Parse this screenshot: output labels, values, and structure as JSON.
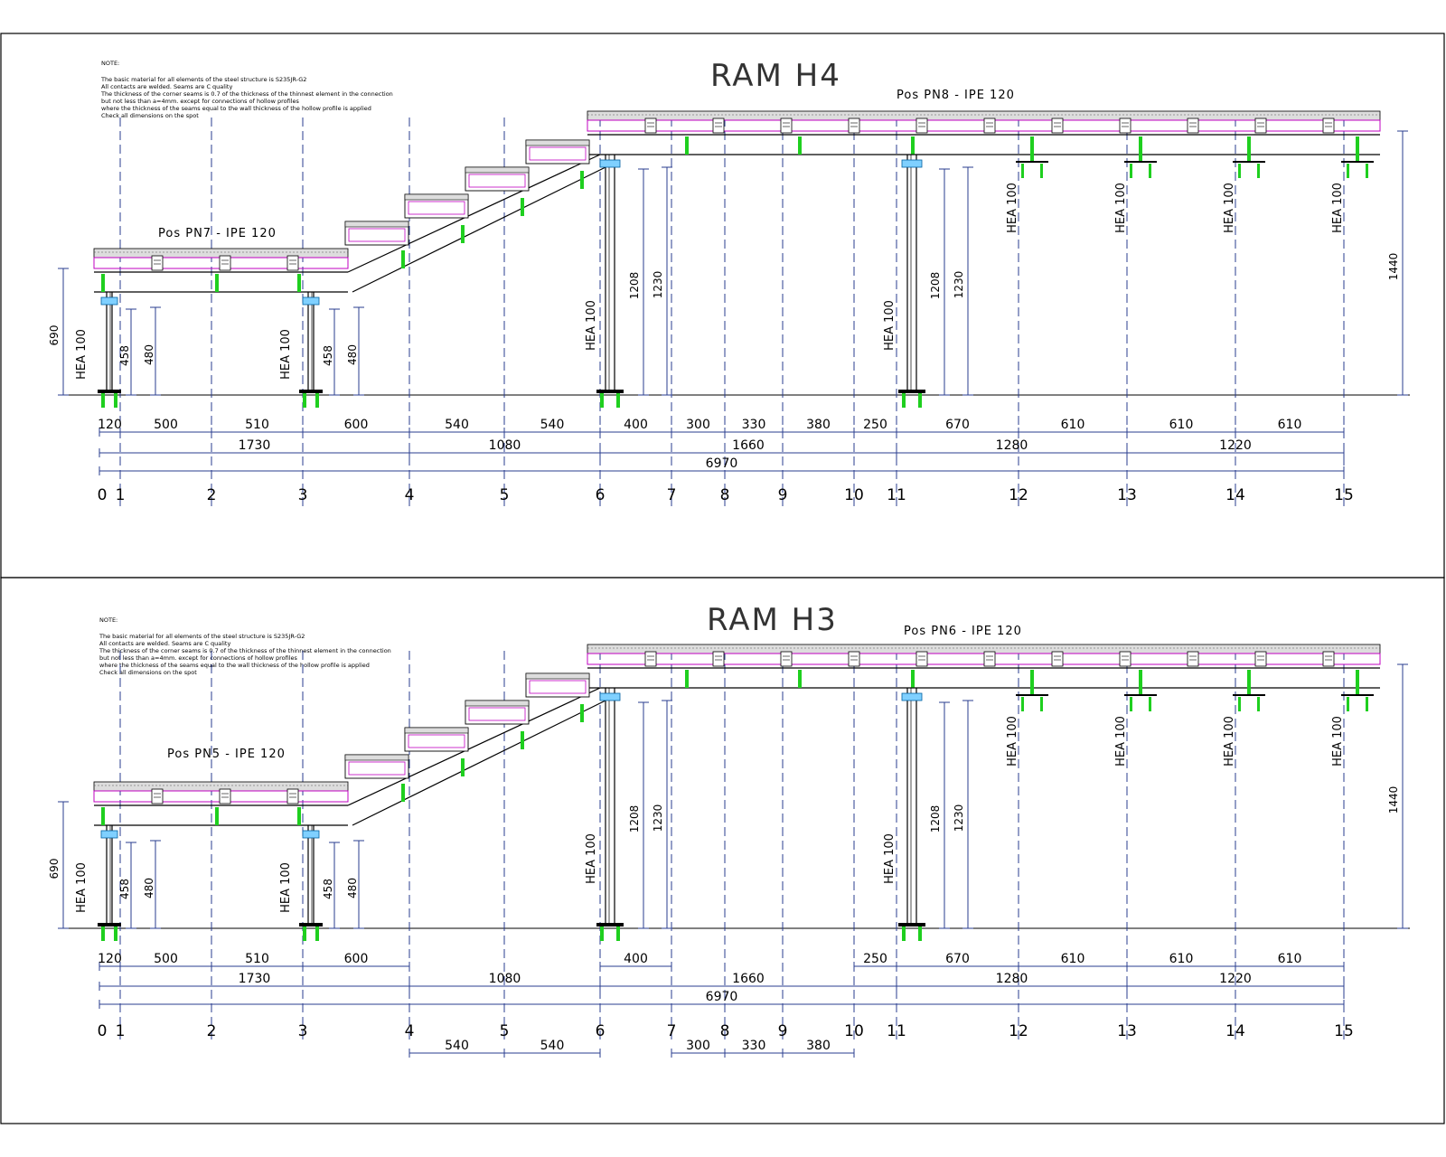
{
  "sheets": [
    {
      "title": "RAM H4",
      "notes": [
        "NOTE:",
        "The basic material for all elements of the steel structure is S235JR-G2",
        "All contacts are welded. Seams are C quality",
        "The thickness of the corner seams is 0.7 of the thickness of the thinnest element in the connection",
        "but not less than a=4mm. except for connections of hollow profiles",
        "where the thickness of the seams equal to the wall thickness of the hollow profile is applied",
        "Check all dimensions on the spot"
      ],
      "pos_low": "Pos PN7 - IPE 120",
      "pos_high": "Pos PN8 - IPE 120",
      "column_label": "HEA 100",
      "axes": [
        "0",
        "1",
        "2",
        "3",
        "4",
        "5",
        "6",
        "7",
        "8",
        "9",
        "10",
        "11",
        "12",
        "13",
        "14",
        "15"
      ],
      "dims_row1": [
        "120",
        "500",
        "510",
        "600",
        "540",
        "540",
        "400",
        "300",
        "330",
        "380",
        "250",
        "670",
        "610",
        "610",
        "610"
      ],
      "dims_row2": [
        "1730",
        "1080",
        "1660",
        "1280",
        "1220"
      ],
      "dims_total": "6970",
      "vertical_dims": {
        "low_total": "690",
        "low_inner": "458",
        "low_outer": "480",
        "high_inner": "1208",
        "high_outer": "1230",
        "high_total": "1440"
      }
    },
    {
      "title": "RAM H3",
      "notes": [
        "NOTE:",
        "The basic material for all elements of the steel structure is S235JR-G2",
        "All contacts are welded. Seams are C quality",
        "The thickness of the corner seams is 0.7 of the thickness of the thinnest element in the connection",
        "but not less than a=4mm. except for connections of hollow profiles",
        "where the thickness of the seams equal to the wall thickness of the hollow profile is applied",
        "Check all dimensions on the spot"
      ],
      "pos_low": "Pos PN5 - IPE 120",
      "pos_high": "Pos PN6 - IPE 120",
      "column_label": "HEA 100",
      "axes": [
        "0",
        "1",
        "2",
        "3",
        "4",
        "5",
        "6",
        "7",
        "8",
        "9",
        "10",
        "11",
        "12",
        "13",
        "14",
        "15"
      ],
      "dims_row1a": [
        "120",
        "500",
        "510",
        "600"
      ],
      "dims_row1b": [
        "400"
      ],
      "dims_row1c": [
        "250",
        "670",
        "610",
        "610",
        "610"
      ],
      "dims_row2": [
        "1730",
        "1080",
        "1660",
        "1280",
        "1220"
      ],
      "dims_total": "6970",
      "dims_below_a": [
        "540",
        "540"
      ],
      "dims_below_b": [
        "300",
        "330",
        "380"
      ],
      "vertical_dims": {
        "low_total": "690",
        "low_inner": "458",
        "low_outer": "480",
        "high_inner": "1208",
        "high_outer": "1230",
        "high_total": "1440"
      }
    }
  ]
}
